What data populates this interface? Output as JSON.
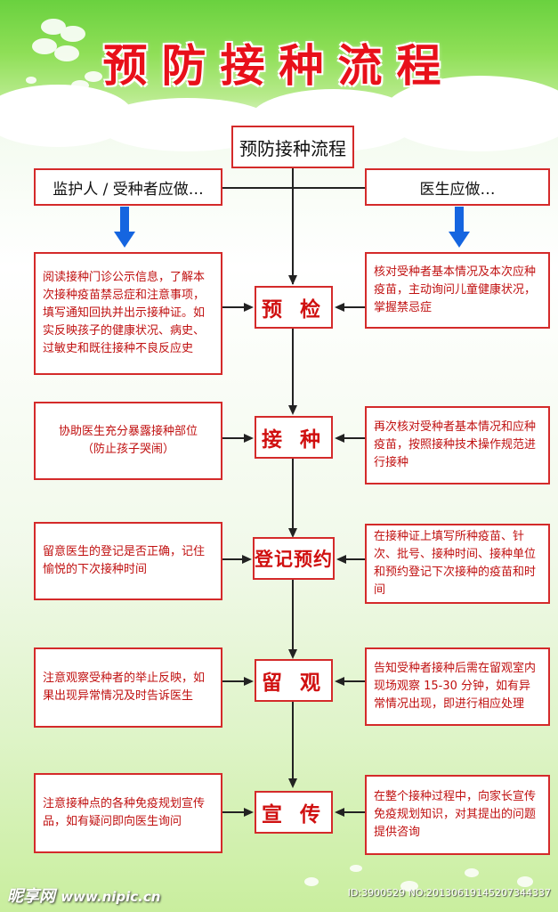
{
  "header": {
    "title": "预防接种流程"
  },
  "flow": {
    "root_label": "预防接种流程",
    "guardian_header": "监护人 / 受种者应做…",
    "doctor_header": "医生应做…",
    "steps": [
      {
        "label": "预 检",
        "guardian": "阅读接种门诊公示信息，了解本次接种疫苗禁忌症和注意事项，填写通知回执并出示接种证。如实反映孩子的健康状况、病史、过敏史和既往接种不良反应史",
        "doctor": "核对受种者基本情况及本次应种疫苗，主动询问儿童健康状况，掌握禁忌症"
      },
      {
        "label": "接 种",
        "guardian": "协助医生充分暴露接种部位\n（防止孩子哭闹）",
        "doctor": "再次核对受种者基本情况和应种疫苗，按照接种技术操作规范进行接种"
      },
      {
        "label": "登记预约",
        "guardian": "留意医生的登记是否正确，记住愉悦的下次接种时间",
        "doctor": "在接种证上填写所种疫苗、针次、批号、接种时间、接种单位和预约登记下次接种的疫苗和时间"
      },
      {
        "label": "留 观",
        "guardian": "注意观察受种者的举止反映，如果出现异常情况及时告诉医生",
        "doctor": "告知受种者接种后需在留观室内现场观察 15-30 分钟，如有异常情况出现，即进行相应处理"
      },
      {
        "label": "宣 传",
        "guardian": "注意接种点的各种免疫规划宣传品，如有疑问即向医生询问",
        "doctor": "在整个接种过程中，向家长宣传免疫规划知识，对其提出的问题提供咨询"
      }
    ]
  },
  "footer": {
    "logo": "昵享网",
    "url": "www.nipic.cn",
    "id_text": "ID:3900529 NO:20130619145207344337"
  },
  "colors": {
    "accent_red": "#d42a2a",
    "title_red": "#e8101a",
    "arrow_blue": "#1565e0",
    "green": "#6ad13f"
  }
}
